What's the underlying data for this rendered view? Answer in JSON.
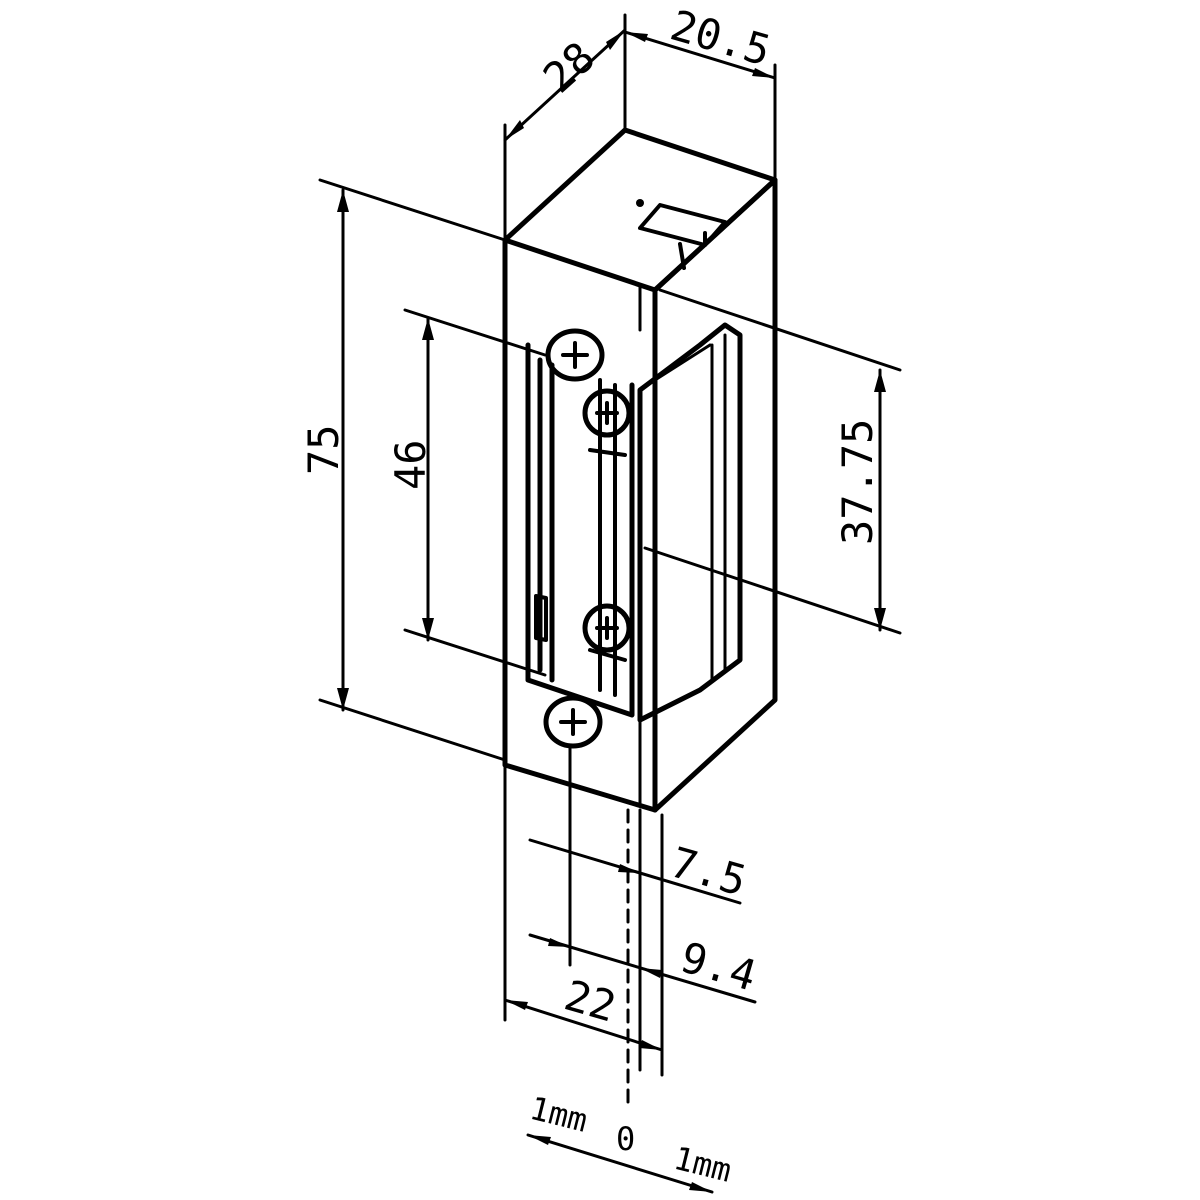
{
  "dimensions": {
    "depth": "28",
    "width_top": "20.5",
    "height_total": "75",
    "screw_spacing": "46",
    "latch_center": "37.75",
    "offset_a": "7.5",
    "offset_b": "9.4",
    "front_width": "22"
  },
  "adjustment": {
    "left_label": "1mm",
    "zero_label": "0",
    "right_label": "1mm"
  },
  "colors": {
    "line": "#000000",
    "background": "#ffffff"
  }
}
